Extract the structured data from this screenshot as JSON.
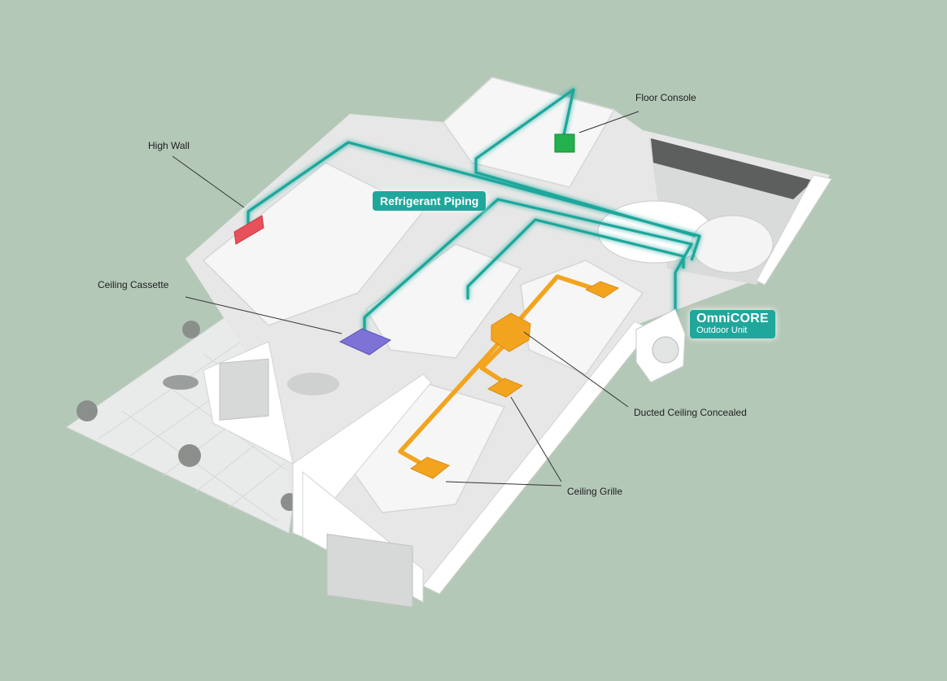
{
  "labels": {
    "floor_console": "Floor Console",
    "high_wall": "High Wall",
    "ceiling_cassette": "Ceiling Cassette",
    "ducted_ceiling_concealed": "Ducted Ceiling Concealed",
    "ceiling_grille": "Ceiling Grille"
  },
  "badges": {
    "refrigerant_piping": "Refrigerant Piping",
    "omnicore_brand": "OmniCORE",
    "omnicore_sub": "Outdoor Unit"
  },
  "colors": {
    "background": "#b4c8b8",
    "piping": "#1fa79c",
    "duct": "#f3a41f",
    "high_wall_unit": "#e8505b",
    "floor_console_unit": "#22b14c",
    "ceiling_cassette_unit": "#7d73d6",
    "house": "#f2f2f2"
  }
}
